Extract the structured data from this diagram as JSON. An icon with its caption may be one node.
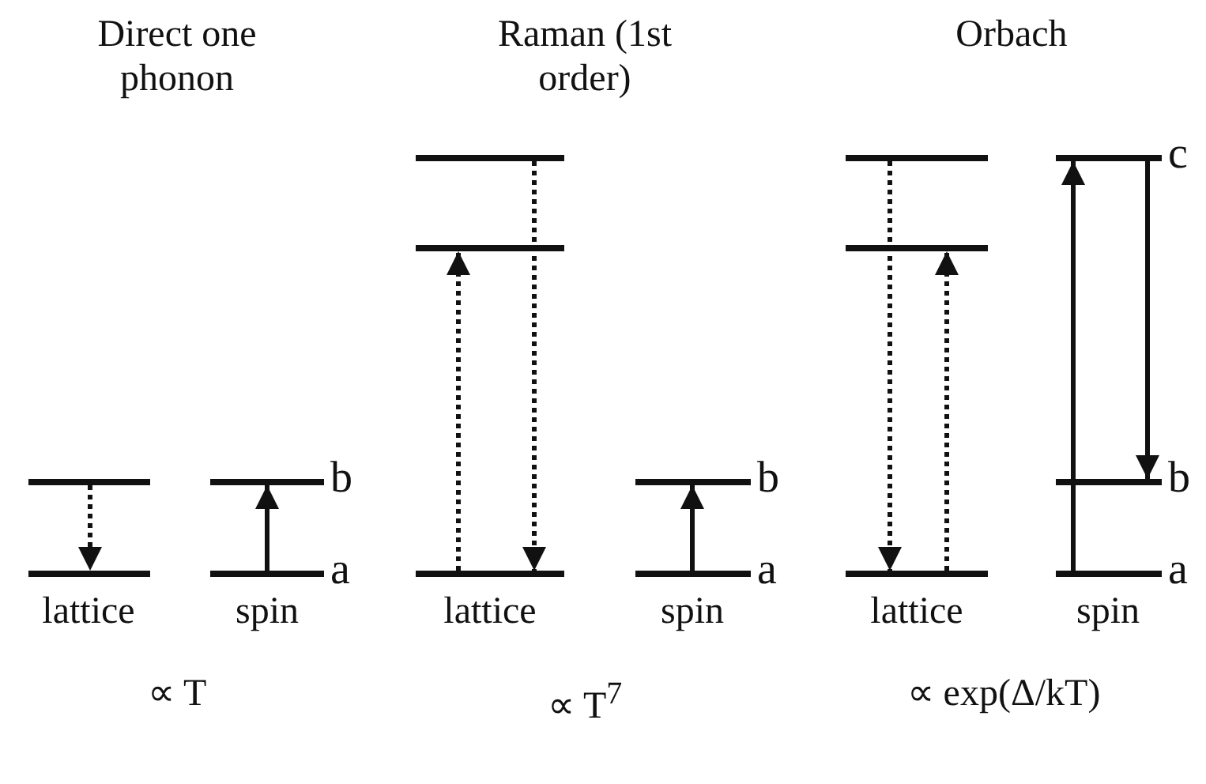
{
  "diagram": {
    "nodes": [
      {
        "text": [],
        "shape": "bar"
      },
      {
        "text": [],
        "shape": "bar"
      },
      {
        "text": [],
        "shape": "bar",
        "beside": [
          "b"
        ]
      },
      {
        "text": [],
        "shape": "bar",
        "beside": [
          "a"
        ]
      },
      {
        "text": [],
        "shape": "bar"
      },
      {
        "text": [],
        "shape": "bar"
      },
      {
        "text": [],
        "shape": "bar"
      },
      {
        "text": [],
        "shape": "bar",
        "beside": [
          "b"
        ]
      },
      {
        "text": [],
        "shape": "bar",
        "beside": [
          "a"
        ]
      },
      {
        "text": [],
        "shape": "bar"
      },
      {
        "text": [],
        "shape": "bar"
      },
      {
        "text": [],
        "shape": "bar"
      },
      {
        "text": [],
        "shape": "bar",
        "beside": [
          "c"
        ]
      },
      {
        "text": [],
        "shape": "bar",
        "beside": [
          "b"
        ]
      },
      {
        "text": [],
        "shape": "bar",
        "beside": [
          "a"
        ]
      }
    ],
    "edges": [
      {
        "from": 0,
        "to": 1,
        "arrow": "to",
        "style": "dashed"
      },
      {
        "from": 3,
        "to": 2,
        "arrow": "to"
      },
      {
        "from": 6,
        "to": 5,
        "arrow": "to",
        "style": "dashed"
      },
      {
        "from": 4,
        "to": 6,
        "arrow": "to",
        "style": "dashed"
      },
      {
        "from": 8,
        "to": 7,
        "arrow": "to"
      },
      {
        "from": 9,
        "to": 11,
        "arrow": "to",
        "style": "dashed"
      },
      {
        "from": 11,
        "to": 10,
        "arrow": "to",
        "style": "dashed"
      },
      {
        "from": 14,
        "to": 12,
        "arrow": "to"
      },
      {
        "from": 12,
        "to": 13,
        "arrow": "to"
      }
    ],
    "labels": [
      "Direct one phonon",
      "Raman (1st order)",
      "Orbach",
      "lattice",
      "spin",
      "lattice",
      "spin",
      "lattice",
      "spin",
      "∝ T",
      "∝ T$^{7}$",
      "∝ exp(Δ/kT)"
    ]
  }
}
